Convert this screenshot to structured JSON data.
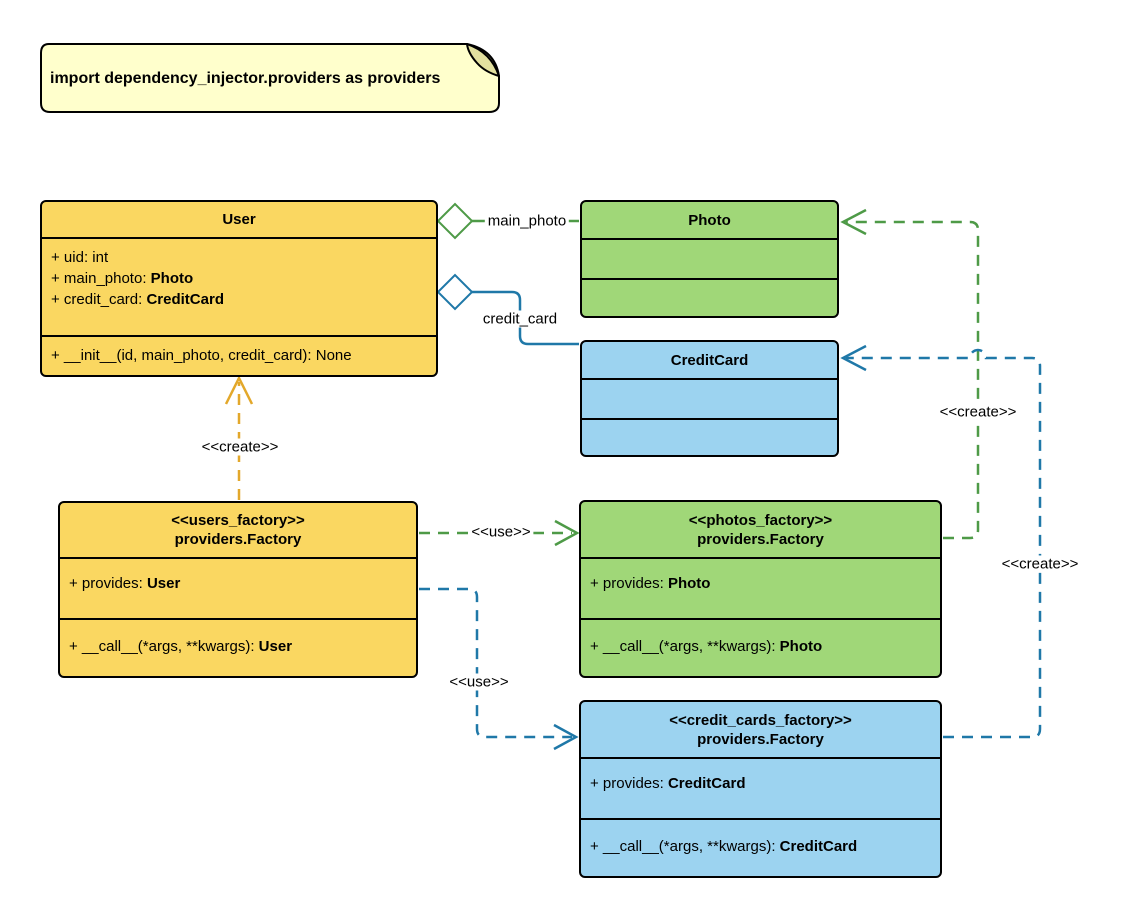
{
  "note": {
    "text": "import dependency_injector.providers as providers"
  },
  "classes": {
    "user": {
      "title": "User",
      "attributes": [
        {
          "plain": "+ uid: int",
          "bold": ""
        },
        {
          "plain": "+ main_photo: ",
          "bold": "Photo"
        },
        {
          "plain": "+ credit_card: ",
          "bold": "CreditCard"
        }
      ],
      "methods": [
        {
          "plain": "+ __init__(id, main_photo, credit_card): None",
          "bold": ""
        }
      ]
    },
    "photo": {
      "title": "Photo"
    },
    "credit_card": {
      "title": "CreditCard"
    },
    "users_factory": {
      "stereotype": "<<users_factory>>",
      "title": "providers.Factory",
      "attributes": [
        {
          "plain": "+ provides: ",
          "bold": "User"
        }
      ],
      "methods": [
        {
          "plain": "+ __call__(*args, **kwargs): ",
          "bold": "User"
        }
      ]
    },
    "photos_factory": {
      "stereotype": "<<photos_factory>>",
      "title": "providers.Factory",
      "attributes": [
        {
          "plain": "+ provides: ",
          "bold": "Photo"
        }
      ],
      "methods": [
        {
          "plain": "+ __call__(*args, **kwargs): ",
          "bold": "Photo"
        }
      ]
    },
    "credit_cards_factory": {
      "stereotype": "<<credit_cards_factory>>",
      "title": "providers.Factory",
      "attributes": [
        {
          "plain": "+ provides: ",
          "bold": "CreditCard"
        }
      ],
      "methods": [
        {
          "plain": "+ __call__(*args, **kwargs): ",
          "bold": "CreditCard"
        }
      ]
    }
  },
  "edges": {
    "main_photo": {
      "label": "main_photo"
    },
    "credit_card": {
      "label": "credit_card"
    },
    "users_factory_create": {
      "label": "<<create>>"
    },
    "photos_factory_use": {
      "label": "<<use>>"
    },
    "credit_cards_factory_use": {
      "label": "<<use>>"
    },
    "photos_factory_create": {
      "label": "<<create>>"
    },
    "credit_cards_factory_create": {
      "label": "<<create>>"
    }
  },
  "colors": {
    "class_yellow": "#FAD761",
    "class_green": "#A0D778",
    "class_blue": "#9CD3F0",
    "note_yellow": "#FFFFCC",
    "note_fold": "#E2E09F",
    "edge_green": "#4E9A47",
    "edge_blue": "#1F78A8",
    "edge_gold": "#E3A82B"
  }
}
